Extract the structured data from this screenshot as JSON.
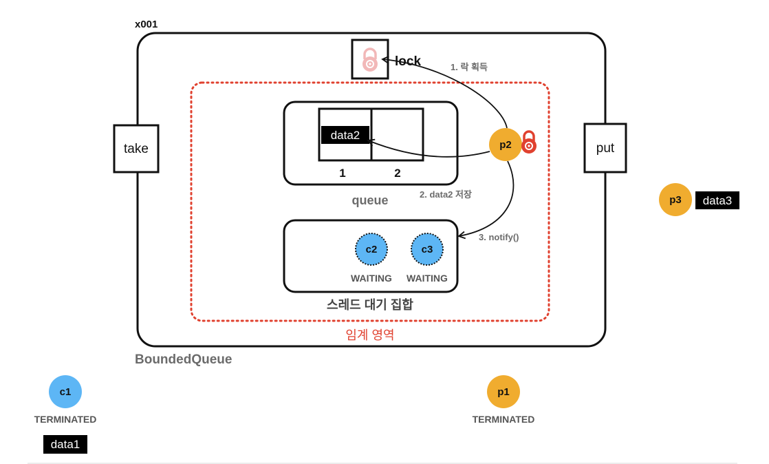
{
  "diagram": {
    "address": "x001",
    "container_label": "BoundedQueue",
    "lock_label": "lock",
    "take_label": "take",
    "put_label": "put",
    "queue_label": "queue",
    "queue_item": "data2",
    "slot_1": "1",
    "slot_2": "2",
    "wait_set_label": "스레드 대기 집합",
    "critical_section_label": "임계 영역",
    "steps": [
      "1. 락 획득",
      "2. data2 저장",
      "3. notify()"
    ],
    "threads": {
      "p2": "p2",
      "p3": "p3",
      "p3_data": "data3",
      "c2": "c2",
      "c2_state": "WAITING",
      "c3": "c3",
      "c3_state": "WAITING",
      "c1": "c1",
      "c1_state": "TERMINATED",
      "c1_data": "data1",
      "p1": "p1",
      "p1_state": "TERMINATED"
    },
    "colors": {
      "producer": "#f0ac2f",
      "consumer": "#5db6f5",
      "critical": "#e0412f",
      "lock_icon": "#e0412f",
      "lock_faded": "#f2b8b8",
      "gray_text": "#6b6b6b"
    }
  }
}
